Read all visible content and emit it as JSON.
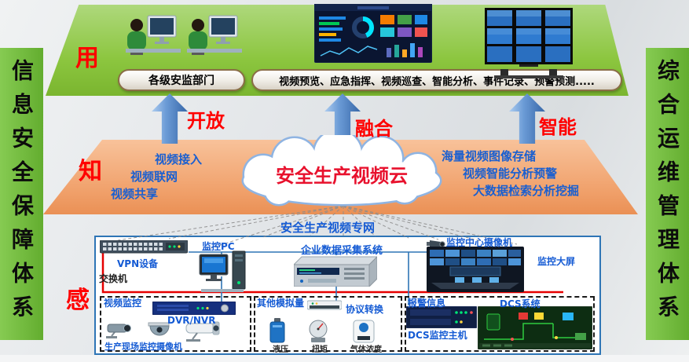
{
  "sidebars": {
    "left": "信息安全保障体系",
    "right": "综合运维管理体系"
  },
  "tags": {
    "use": "用",
    "know": "知",
    "sense": "感"
  },
  "top": {
    "dept_box": "各级安监部门",
    "functions_box": "视频预览、应急指挥、视频巡查、智能分析、事件记录、预警预测....."
  },
  "arrows": {
    "a1": "开放",
    "a2": "融合",
    "a3": "智能"
  },
  "cloud": {
    "title": "安全生产视频云",
    "left_notes": [
      "视频接入",
      "视频联网",
      "视频共享"
    ],
    "right_notes": [
      "海量视频图像存储",
      "视频智能分析预警",
      "大数据检索分析挖掘"
    ],
    "network": "安全生产视频专网"
  },
  "devices": {
    "vpn": "VPN设备",
    "switch": "交换机",
    "pc": "监控PC",
    "daq": "企业数据采集系统",
    "center_camera": "监控中心摄像机",
    "big_screen": "监控大屏"
  },
  "groups": {
    "video": {
      "title": "视频监控",
      "dvr": "DVR/NVR",
      "cameras": "生产现场监控摄像机"
    },
    "analog": {
      "title": "其他模拟量",
      "converter": "协议转换",
      "sensors": [
        "液压",
        "扭矩",
        "气体浓度"
      ]
    },
    "alarm": {
      "title": "报警信息",
      "dcs_system": "DCS系统",
      "dcs_host": "DCS监控主机"
    }
  },
  "colors": {
    "sidebar_green": "#6fbe44",
    "layer_green": "#8cc63f",
    "layer_orange": "#f0a06a",
    "arrow_blue": "#6b9bd6",
    "accent_red": "#ff0000",
    "label_blue": "#155bd4",
    "bus_red": "#e60000",
    "panel_border_blue": "#2e75b6"
  }
}
